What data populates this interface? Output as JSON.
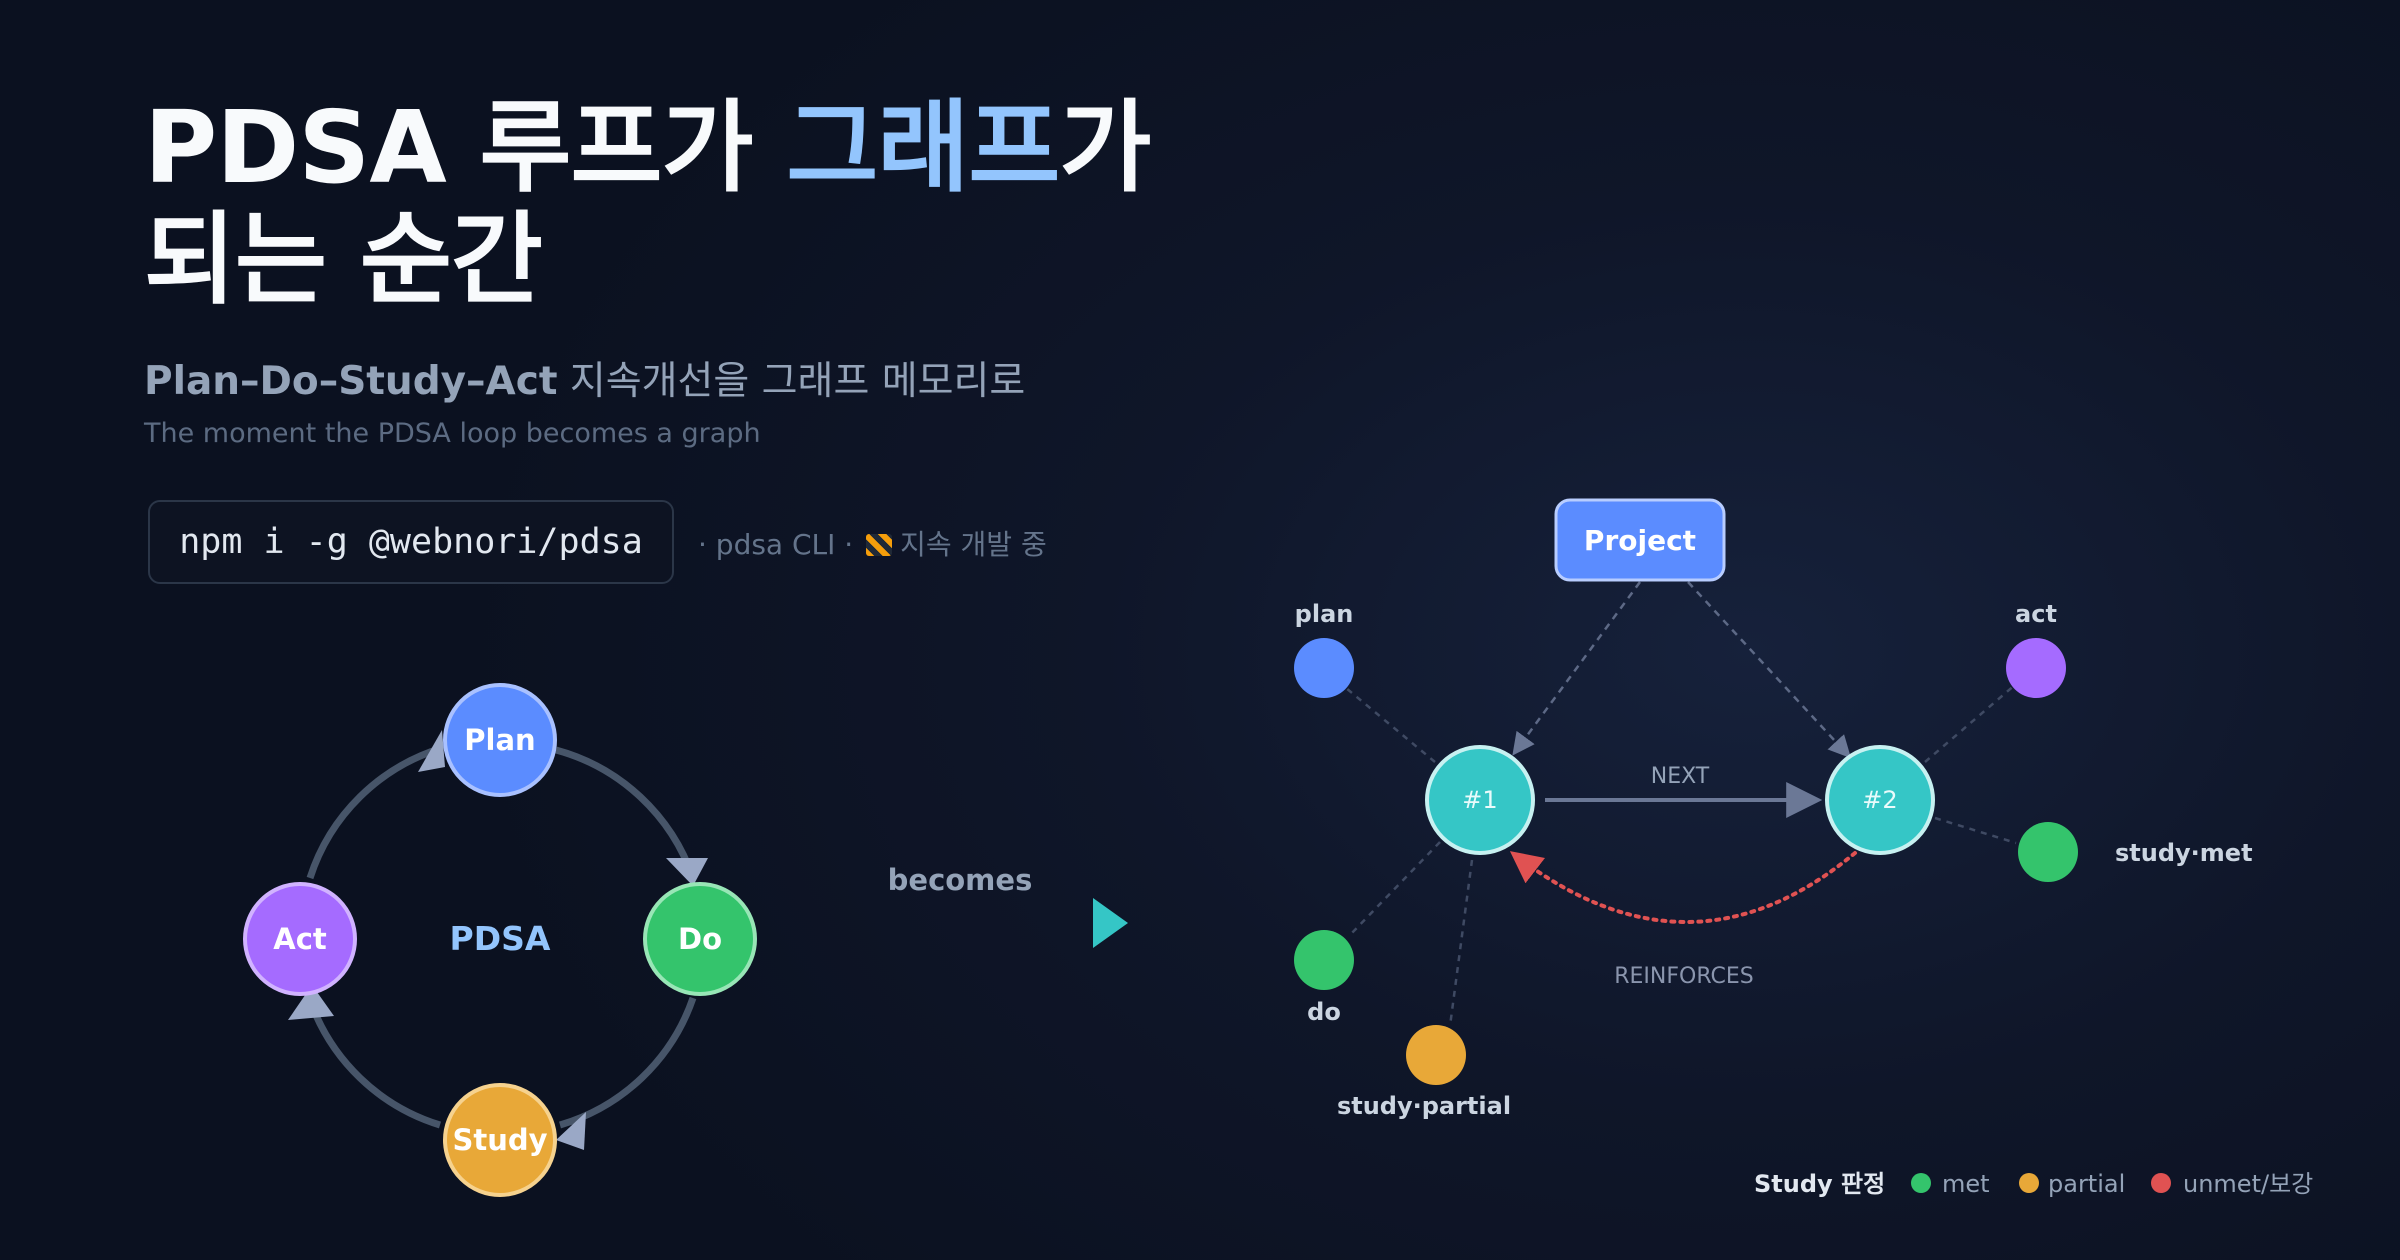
{
  "header": {
    "title_part1": "PDSA 루프가 ",
    "title_highlight": "그래프",
    "title_part2": "가",
    "title_line2": "되는 순간",
    "subtitle_en": "Plan–Do–Study–Act",
    "subtitle_ko": " 지속개선을 그래프 메모리로",
    "english_subtitle": "The moment the PDSA loop becomes a graph"
  },
  "install": {
    "command": "npm i -g @webnori/pdsa",
    "note_prefix": "· pdsa CLI ·",
    "note_suffix": "지속 개발 중"
  },
  "loop": {
    "center_label": "PDSA",
    "nodes": [
      {
        "label": "Plan",
        "color": "#5b8cff"
      },
      {
        "label": "Do",
        "color": "#34c46c"
      },
      {
        "label": "Study",
        "color": "#e8a838"
      },
      {
        "label": "Act",
        "color": "#a56bff"
      }
    ]
  },
  "transition": {
    "label": "becomes"
  },
  "graph": {
    "project_label": "Project",
    "cycle1_label": "#1",
    "cycle2_label": "#2",
    "edge_next_label": "NEXT",
    "edge_reinforces_label": "REINFORCES",
    "plan_label": "plan",
    "do_label": "do",
    "study_partial_label": "study·partial",
    "act_label": "act",
    "study_met_label": "study·met"
  },
  "legend": {
    "title": "Study 판정",
    "items": [
      {
        "label": "met",
        "color": "#34c46c"
      },
      {
        "label": "partial",
        "color": "#e8a838"
      },
      {
        "label": "unmet/보강",
        "color": "#e05252"
      }
    ]
  },
  "colors": {
    "plan": "#5b8cff",
    "do": "#34c46c",
    "study": "#e8a838",
    "act": "#a56bff",
    "cycle": "#35c6c6",
    "project": "#5b8cff",
    "unmet": "#e05252",
    "highlight": "#93c5fd"
  }
}
